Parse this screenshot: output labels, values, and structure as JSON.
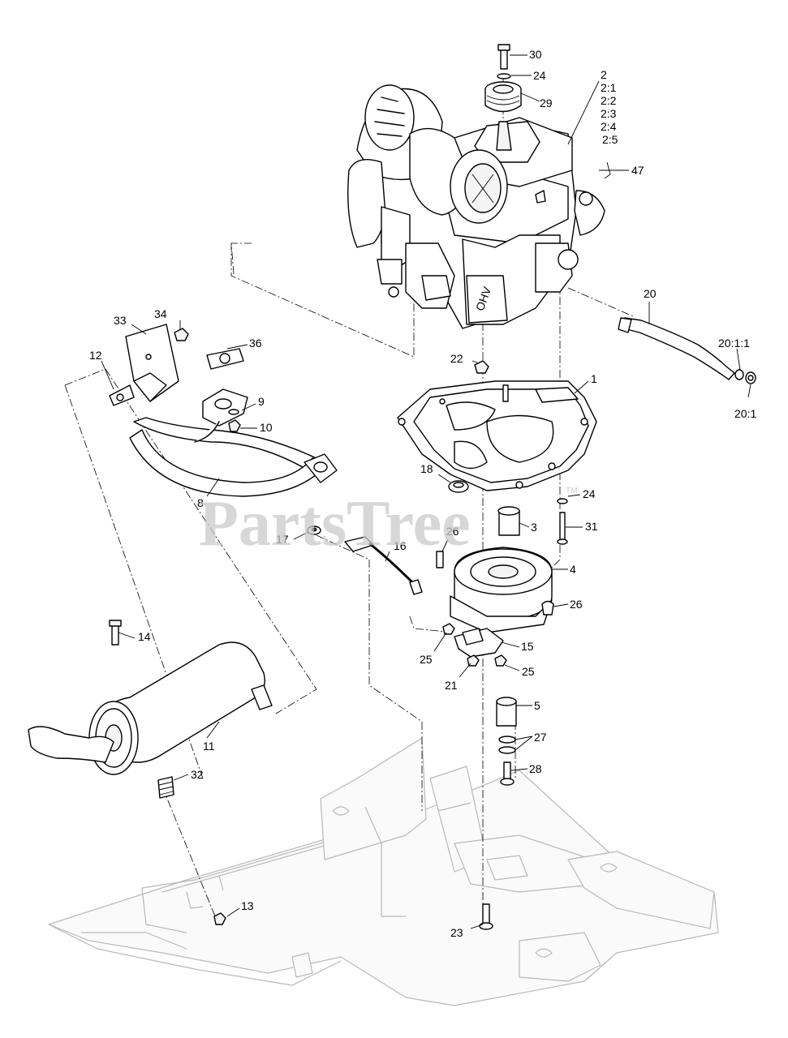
{
  "diagram": {
    "watermark": "PartsTree",
    "watermark_tm": "TM",
    "callouts": [
      {
        "id": "c30",
        "label": "30"
      },
      {
        "id": "c24a",
        "label": "24"
      },
      {
        "id": "c29",
        "label": "29"
      },
      {
        "id": "c2",
        "label": "2"
      },
      {
        "id": "c2_1",
        "label": "2:1"
      },
      {
        "id": "c2_2",
        "label": "2:2"
      },
      {
        "id": "c2_3",
        "label": "2:3"
      },
      {
        "id": "c2_4",
        "label": "2:4"
      },
      {
        "id": "c2_5",
        "label": "2:5"
      },
      {
        "id": "c47",
        "label": "47"
      },
      {
        "id": "c20",
        "label": "20"
      },
      {
        "id": "c20_1_1",
        "label": "20:1:1"
      },
      {
        "id": "c20_1",
        "label": "20:1"
      },
      {
        "id": "c34",
        "label": "34"
      },
      {
        "id": "c33",
        "label": "33"
      },
      {
        "id": "c36",
        "label": "36"
      },
      {
        "id": "c12",
        "label": "12"
      },
      {
        "id": "c22",
        "label": "22"
      },
      {
        "id": "c1",
        "label": "1"
      },
      {
        "id": "c9",
        "label": "9"
      },
      {
        "id": "c10",
        "label": "10"
      },
      {
        "id": "c8",
        "label": "8"
      },
      {
        "id": "c18",
        "label": "18"
      },
      {
        "id": "c24b",
        "label": "24"
      },
      {
        "id": "c3",
        "label": "3"
      },
      {
        "id": "c31",
        "label": "31"
      },
      {
        "id": "c17",
        "label": "17"
      },
      {
        "id": "c26a",
        "label": "26"
      },
      {
        "id": "c16",
        "label": "16"
      },
      {
        "id": "c4",
        "label": "4"
      },
      {
        "id": "c26b",
        "label": "26"
      },
      {
        "id": "c14",
        "label": "14"
      },
      {
        "id": "c15",
        "label": "15"
      },
      {
        "id": "c25a",
        "label": "25"
      },
      {
        "id": "c25b",
        "label": "25"
      },
      {
        "id": "c21",
        "label": "21"
      },
      {
        "id": "c5",
        "label": "5"
      },
      {
        "id": "c11",
        "label": "11"
      },
      {
        "id": "c27",
        "label": "27"
      },
      {
        "id": "c32",
        "label": "32"
      },
      {
        "id": "c28",
        "label": "28"
      },
      {
        "id": "c13",
        "label": "13"
      },
      {
        "id": "c23",
        "label": "23"
      }
    ],
    "engine_badge": "OHV"
  }
}
